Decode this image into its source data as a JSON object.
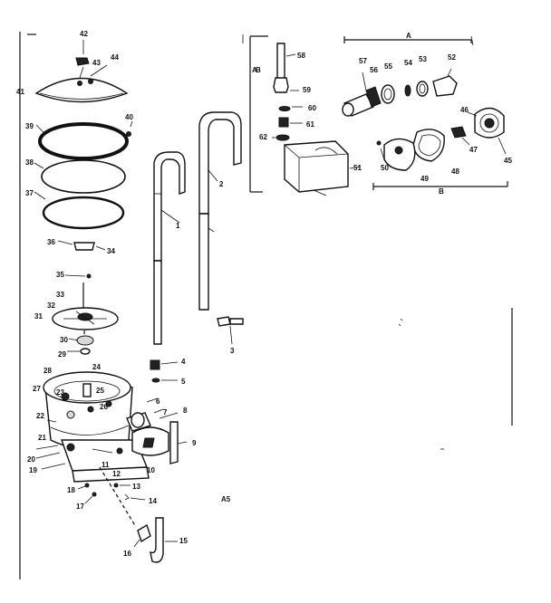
{
  "callouts": {
    "p1": "1",
    "p2": "2",
    "p3": "3",
    "p4": "4",
    "p5": "5",
    "p6": "6",
    "p7": "7",
    "p8": "8",
    "p9": "9",
    "p10": "10",
    "p11": "11",
    "p12": "12",
    "p13": "13",
    "p14": "14",
    "p15": "15",
    "p16": "16",
    "p17": "17",
    "p18": "18",
    "p19": "19",
    "p20": "20",
    "p21": "21",
    "p22": "22",
    "p23": "23",
    "p24": "24",
    "p25": "25",
    "p26": "26",
    "p27": "27",
    "p28": "28",
    "p29": "29",
    "p30": "30",
    "p31": "31",
    "p32": "32",
    "p33": "33",
    "p34": "34",
    "p35": "35",
    "p36": "36",
    "p37": "37",
    "p38": "38",
    "p39": "39",
    "p40": "40",
    "p41": "41",
    "p42": "42",
    "p43": "43",
    "p44": "44",
    "p45": "45",
    "p46": "46",
    "p47": "47",
    "p48": "48",
    "p49": "49",
    "p50": "50",
    "p51": "51",
    "p52": "52",
    "p53": "53",
    "p54": "54",
    "p55": "55",
    "p56": "56",
    "p57": "57",
    "p58": "58",
    "p59": "59",
    "p60": "60",
    "p61": "61",
    "p62": "62"
  },
  "group_labels": {
    "group_a": "A",
    "group_b": "B"
  },
  "page_code": "A5"
}
